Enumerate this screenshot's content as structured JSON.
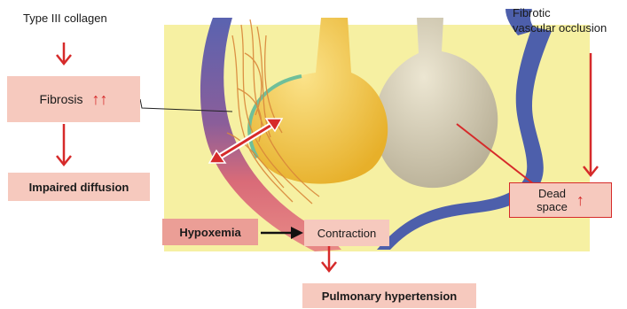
{
  "labels": {
    "type3_collagen": "Type III collagen",
    "fibrosis": "Fibrosis",
    "impaired_diffusion": "Impaired diffusion",
    "hypoxemia": "Hypoxemia",
    "contraction": "Contraction",
    "pulmonary_hypertension": "Pulmonary hypertension",
    "fibrotic_line1": "Fibrotic",
    "fibrotic_line2": "vascular occlusion",
    "dead_space_line1": "Dead",
    "dead_space_line2": "space"
  },
  "colors": {
    "background_panel": "#f6f0a2",
    "label_box": "#f6c9be",
    "label_box_dark": "#eb9e96",
    "arrow_red": "#d62a2a",
    "vessel_blue": "#4d5fab",
    "vessel_red": "#e07a7a",
    "alveolus_yellow": "#f2c23b",
    "alveolus_grey": "#c9c1a6"
  },
  "icons": [
    "up-arrow-icon",
    "down-arrow-icon",
    "double-headed-arrow-icon",
    "right-arrow-icon"
  ]
}
